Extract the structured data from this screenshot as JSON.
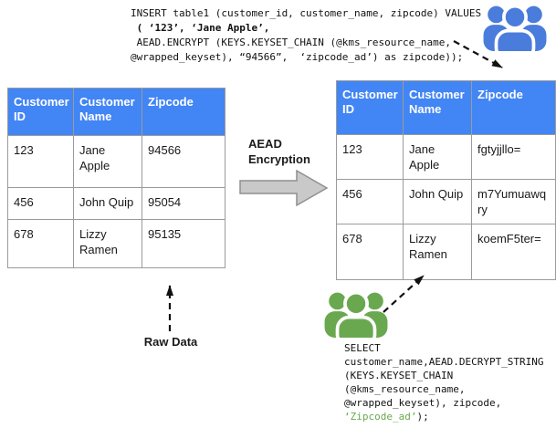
{
  "colors": {
    "table_header_blue": "#4285F4",
    "users_icon_blue": "#4a7cdb",
    "users_icon_green": "#6aa84f",
    "sql_green_token": "#6aa84f",
    "block_arrow_gray": "#c9c9c9"
  },
  "insert_sql": {
    "line1": "INSERT table1 (customer_id, customer_name, zipcode) VALUES",
    "line2": " ( ‘123’, ‘Jane Apple’,",
    "line3": " AEAD.ENCRYPT (KEYS.KEYSET_CHAIN (@kms_resource_name,",
    "line4": "@wrapped_keyset), “94566”,  ‘zipcode_ad’) as zipcode));"
  },
  "select_sql": {
    "line1": "SELECT",
    "line2": "customer_name,AEAD.DECRYPT_STRING",
    "line3": "(KEYS.KEYSET_CHAIN",
    "line4": "(@kms_resource_name,",
    "line5": "@wrapped_keyset), zipcode,",
    "line6_green": "‘Zipcode_ad’",
    "line6_rest": ");"
  },
  "labels": {
    "encryption_line1": "AEAD",
    "encryption_line2": "Encryption",
    "raw_data": "Raw Data"
  },
  "left_table": {
    "headers": [
      "Customer ID",
      "Customer Name",
      "Zipcode"
    ],
    "rows": [
      [
        "123",
        "Jane Apple",
        "94566"
      ],
      [
        "456",
        "John Quip",
        "95054"
      ],
      [
        "678",
        "Lizzy Ramen",
        "95135"
      ]
    ]
  },
  "right_table": {
    "headers": [
      "Customer ID",
      "Customer Name",
      "Zipcode"
    ],
    "rows": [
      [
        "123",
        "Jane Apple",
        "fgtyjjllo="
      ],
      [
        "456",
        "John Quip",
        "m7Yumuawqry"
      ],
      [
        "678",
        "Lizzy Ramen",
        "koemF5ter="
      ]
    ]
  }
}
